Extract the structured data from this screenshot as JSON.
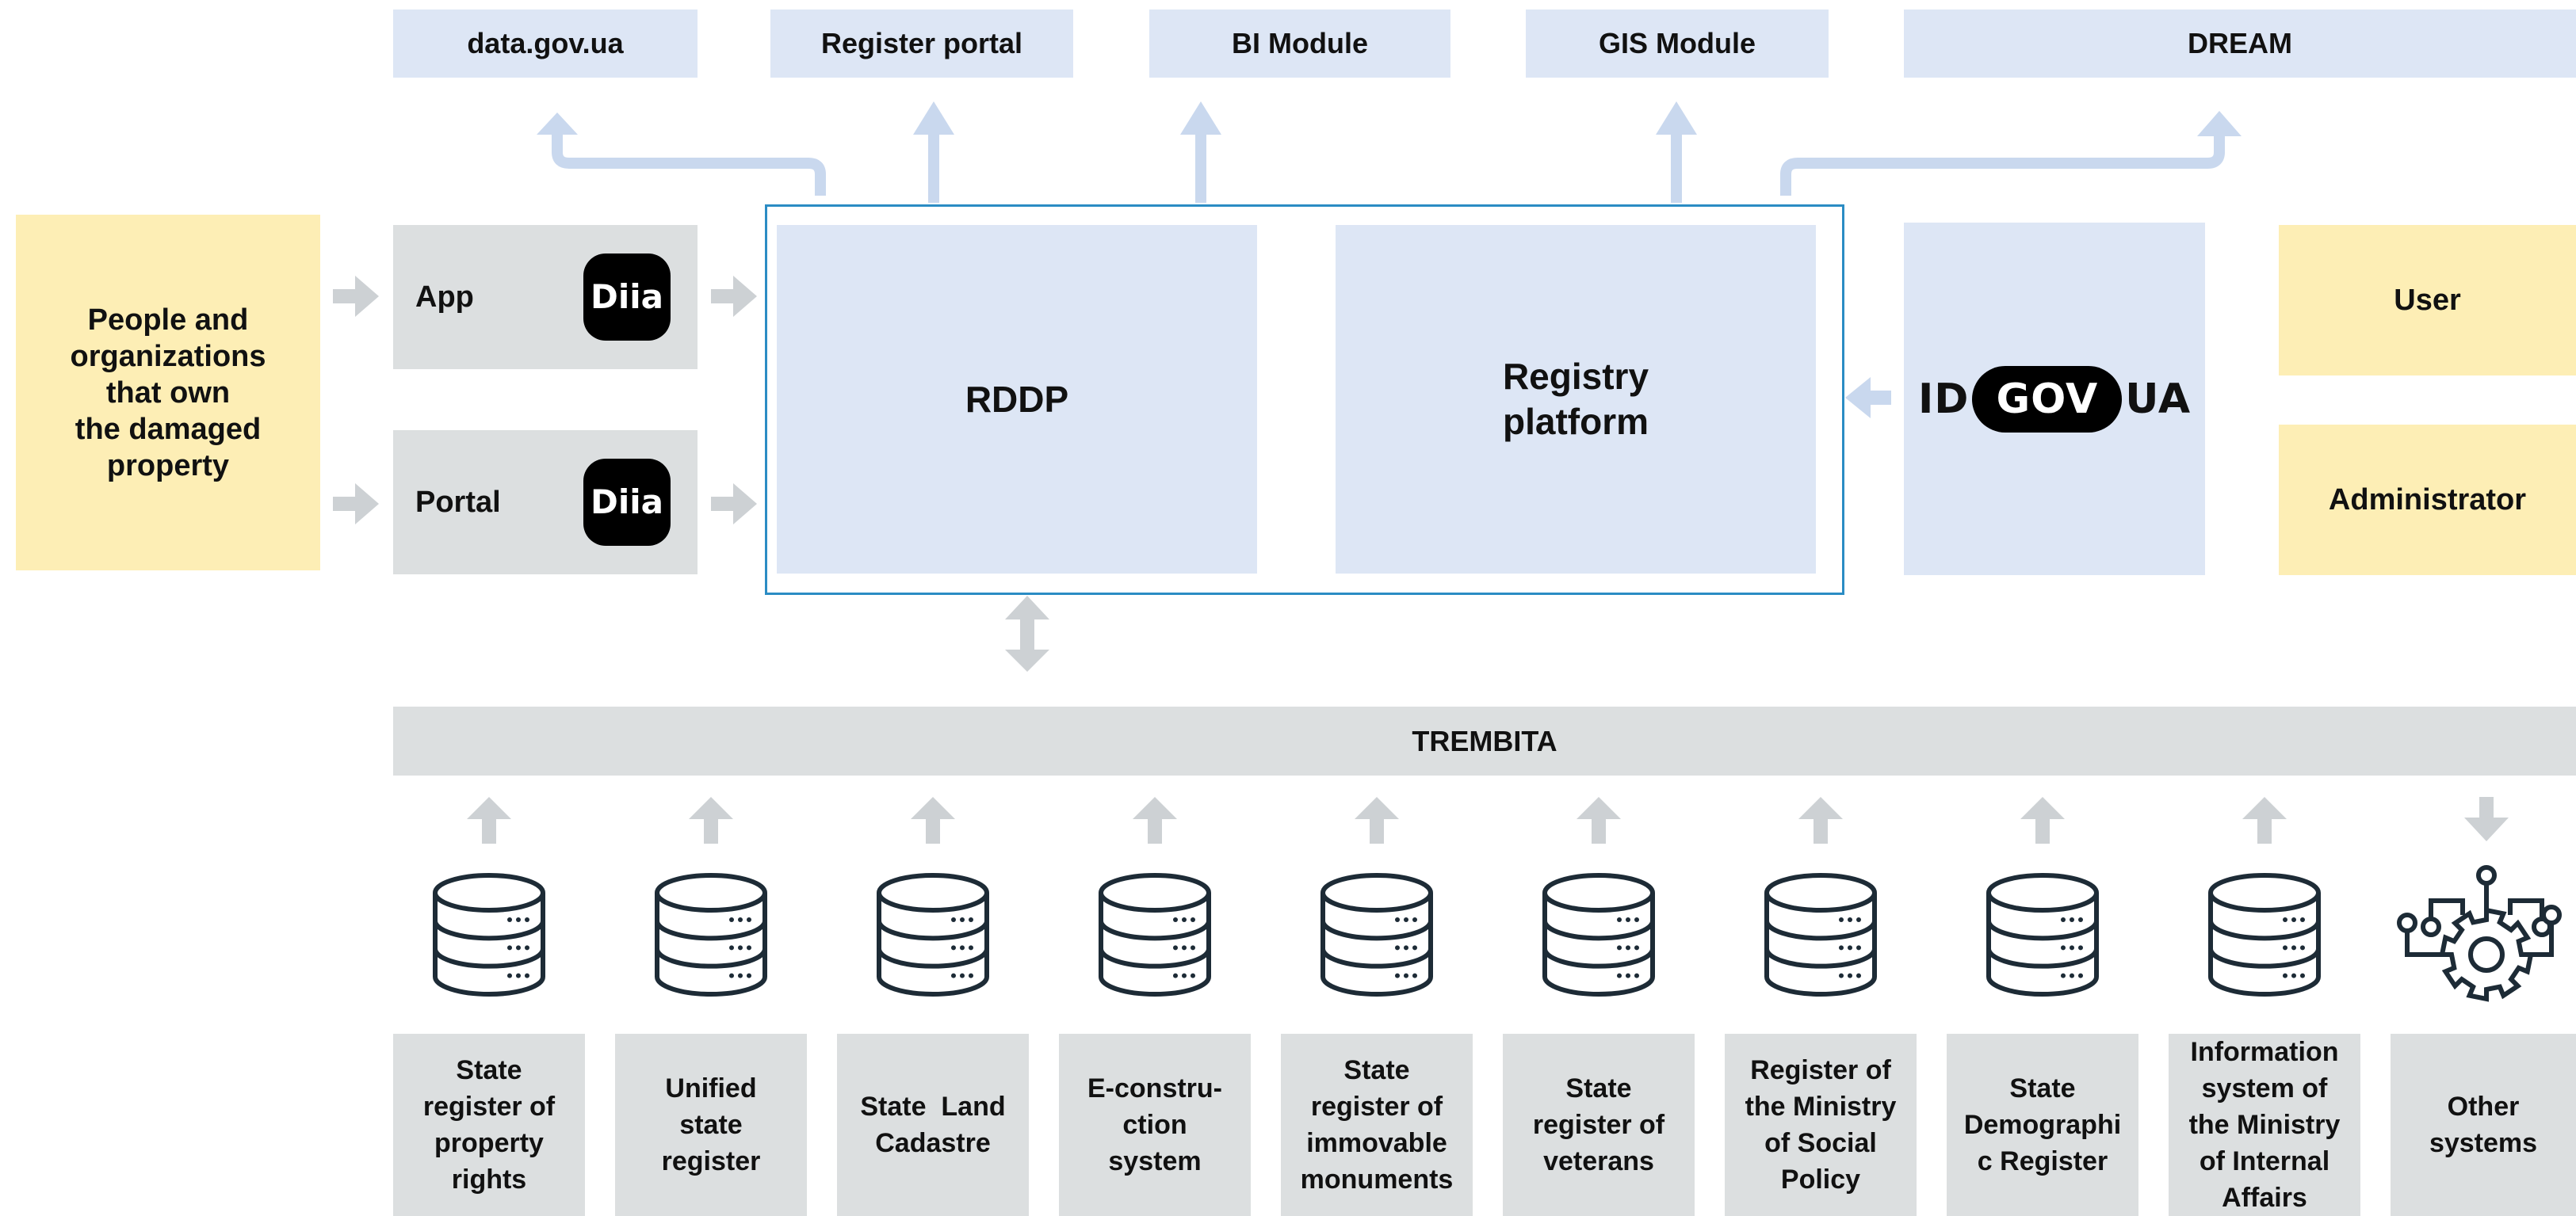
{
  "outputs": {
    "data_gov": "data.gov.ua",
    "register_portal": "Register portal",
    "bi_module": "BI Module",
    "gis_module": "GIS Module",
    "dream": "DREAM"
  },
  "owners": {
    "line1": "People and",
    "line2": "organizations",
    "line3": "that own",
    "line4": "the damaged",
    "line5": "property"
  },
  "channels": {
    "app": "App",
    "portal": "Portal",
    "diia_logo_text": "Diia"
  },
  "core": {
    "rddp": "RDDP",
    "registry_line1": "Registry",
    "registry_line2": "platform"
  },
  "auth": {
    "id": "ID",
    "gov": "GOV",
    "ua": "UA"
  },
  "roles": {
    "user": "User",
    "administrator": "Administrator"
  },
  "bus": {
    "trembita": "TREMBITA"
  },
  "sources": [
    {
      "lines": [
        "State",
        "register of",
        "property",
        "rights"
      ],
      "icon": "database-icon"
    },
    {
      "lines": [
        "Unified",
        "state",
        "register"
      ],
      "icon": "database-icon"
    },
    {
      "lines": [
        "State  Land",
        "Cadastre"
      ],
      "icon": "database-icon"
    },
    {
      "lines": [
        "E-constru-",
        "ction",
        "system"
      ],
      "icon": "database-icon"
    },
    {
      "lines": [
        "State",
        "register of",
        "immovable",
        "monuments"
      ],
      "icon": "database-icon"
    },
    {
      "lines": [
        "State",
        "register of",
        "veterans"
      ],
      "icon": "database-icon"
    },
    {
      "lines": [
        "Register of",
        "the Ministry",
        "of Social",
        "Policy"
      ],
      "icon": "database-icon"
    },
    {
      "lines": [
        "State",
        "Demographi",
        "c Register"
      ],
      "icon": "database-icon"
    },
    {
      "lines": [
        "Information",
        "system of",
        "the Ministry",
        "of Internal",
        "Affairs"
      ],
      "icon": "database-icon"
    },
    {
      "lines": [
        "Other",
        "systems"
      ],
      "icon": "gear-network-icon"
    }
  ],
  "colors": {
    "blue_box": "#dde6f5",
    "gray_box": "#dcdfe0",
    "yellow_box": "#fdeeb5",
    "arrow_blue": "#c9d8ee",
    "arrow_gray": "#cdd1d4",
    "frame_blue": "#2b8cc4",
    "icon_dark": "#1d2b36"
  }
}
